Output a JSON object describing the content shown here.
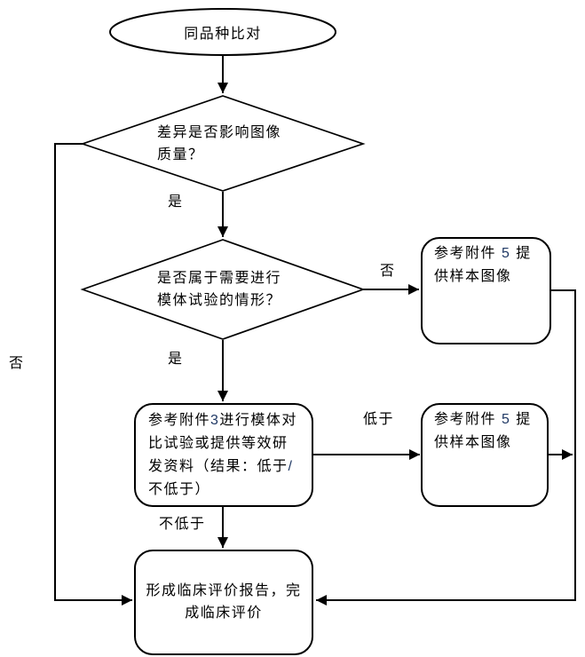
{
  "diagram": {
    "type": "flowchart",
    "colors": {
      "background": "#ffffff",
      "stroke": "#000000",
      "text": "#000000",
      "number_accent": "#1f3864"
    },
    "nodes": {
      "start": {
        "label": "同品种比对"
      },
      "decision_image_quality": {
        "line1": "差异是否影响图像",
        "line2": "质量？"
      },
      "decision_phantom_test": {
        "line1": "是否属于需要进行",
        "line2": "模体试验的情形？"
      },
      "sample_image_top": {
        "l1_pre": "参考附件 ",
        "l1_num": "5",
        "l1_post": " 提",
        "l2": "供样本图像"
      },
      "phantom_compare": {
        "l1_pre": "参考附件",
        "l1_num": "3",
        "l1_post": "进行模体对",
        "l2": "比试验或提供等效研",
        "l3_pre": "发资料（结果：低于",
        "l3_slash": "/",
        "l4": "不低于）"
      },
      "sample_image_mid": {
        "l1_pre": "参考附件 ",
        "l1_num": "5",
        "l1_post": " 提",
        "l2": "供样本图像"
      },
      "final_report": {
        "line1": "形成临床评价报告，完",
        "line2": "成临床评价"
      }
    },
    "edge_labels": {
      "yes1": "是",
      "yes2": "是",
      "no_left": "否",
      "no_right": "否",
      "lower": "低于",
      "not_lower": "不低于"
    }
  }
}
